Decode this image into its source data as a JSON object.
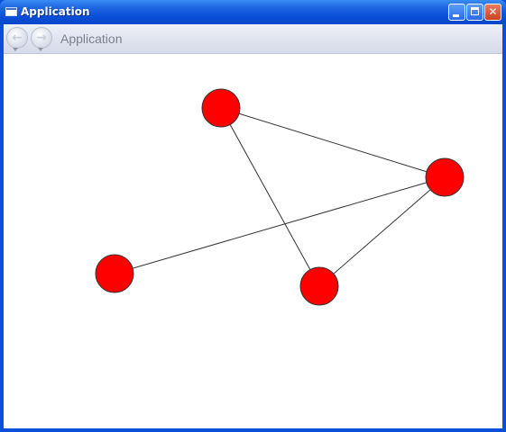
{
  "window": {
    "title": "Application"
  },
  "navigation": {
    "title": "Application",
    "back_icon": "arrow-left-icon",
    "forward_icon": "arrow-right-icon"
  },
  "graph": {
    "node_color": "#ff0000",
    "edge_color": "#333333",
    "nodes": [
      {
        "id": "A"
      },
      {
        "id": "B"
      },
      {
        "id": "C"
      },
      {
        "id": "D"
      }
    ],
    "edges": [
      [
        "A",
        "B"
      ],
      [
        "A",
        "D"
      ],
      [
        "C",
        "B"
      ],
      [
        "D",
        "B"
      ]
    ]
  }
}
